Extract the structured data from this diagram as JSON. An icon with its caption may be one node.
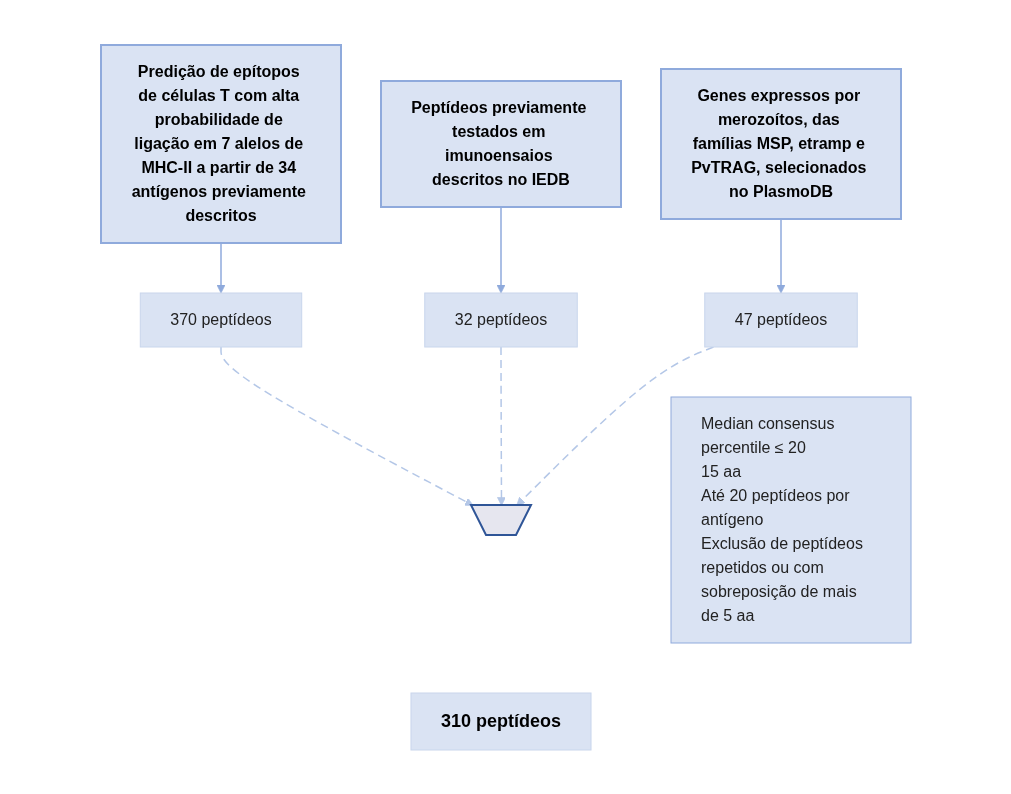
{
  "diagram": {
    "nodes": [
      {
        "text": [
          "Predição de epítopos de células T com alta probabilidade de ligação em 7 alelos de MHC-II a partir de 34 antígenos previamente descritos"
        ]
      },
      {
        "text": [
          "Peptídeos previamente testados em imunoensaios descritos no IEDB"
        ]
      },
      {
        "text": [
          "Genes expressos por merozoítos, das famílias MSP, etramp e PvTRAG, selecionados no PlasmoDB"
        ]
      },
      {
        "text": [
          "370 peptídeos"
        ]
      },
      {
        "text": [
          "32 peptídeos"
        ]
      },
      {
        "text": [
          "47 peptídeos"
        ]
      },
      {
        "text": [],
        "shape": "funnel"
      },
      {
        "text": [
          "Median consensus percentile ≤ 20",
          "15 aa",
          "Até 20 peptídeos por antígeno",
          "Exclusão de peptídeos repetidos ou com sobreposição de mais de 5 aa"
        ]
      },
      {
        "text": [
          "310 peptídeos"
        ]
      }
    ],
    "edges": [
      {
        "from": 0,
        "to": 3,
        "arrow": "to"
      },
      {
        "from": 1,
        "to": 4,
        "arrow": "to"
      },
      {
        "from": 2,
        "to": 5,
        "arrow": "to"
      },
      {
        "from": 3,
        "to": 6,
        "arrow": "to",
        "style": "dashed",
        "color": "#b4c7e7"
      },
      {
        "from": 4,
        "to": 6,
        "arrow": "to",
        "style": "dashed",
        "color": "#b4c7e7"
      },
      {
        "from": 5,
        "to": 6,
        "arrow": "to",
        "style": "dashed",
        "color": "#b4c7e7"
      }
    ]
  }
}
